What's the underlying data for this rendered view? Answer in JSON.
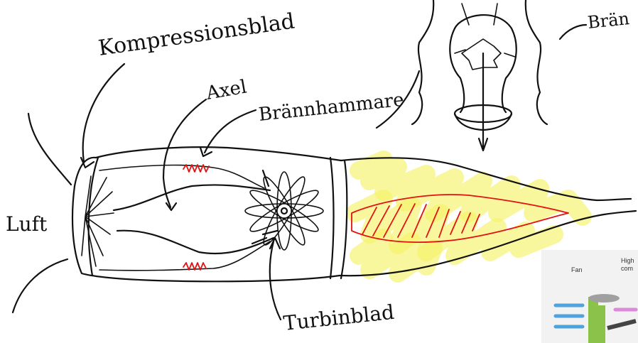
{
  "labels": {
    "compressor_blades": "Kompressionsblad",
    "shaft": "Axel",
    "combustion_chamber": "Brännhammare",
    "combustion_chamber_partial": "Brän",
    "air": "Luft",
    "turbine_blades": "Turbinblad"
  },
  "inset": {
    "fan_label": "Fan",
    "high_label_partial": "High",
    "com_label_partial": "com"
  },
  "colors": {
    "ink": "#111111",
    "red": "#e21212",
    "highlight": "#f6f36a",
    "inset_bg": "#f2f2f2",
    "inset_green": "#8bc34a",
    "inset_blue": "#4ea3dc",
    "inset_pink": "#d98bd8"
  }
}
